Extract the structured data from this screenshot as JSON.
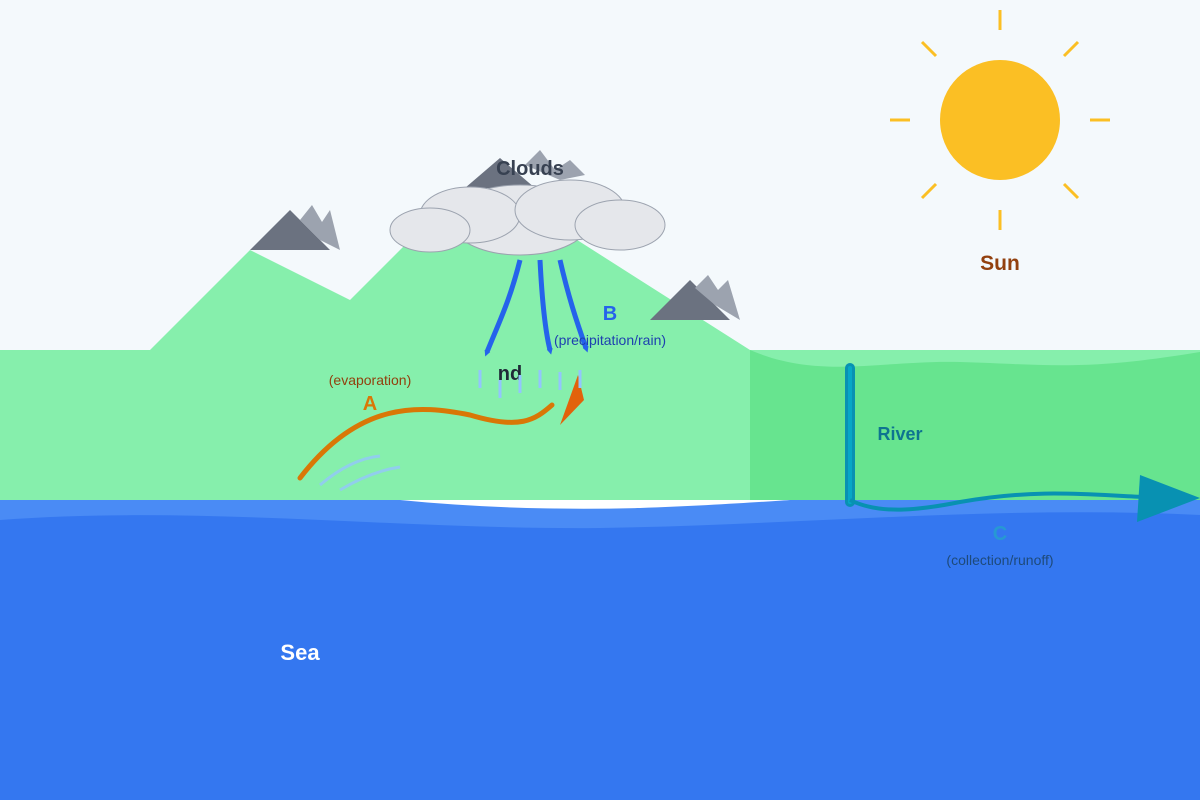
{
  "labels": {
    "sun": "Sun",
    "clouds": "Clouds",
    "land_fragment": "nd",
    "sea": "Sea",
    "river": "River",
    "a_letter": "A",
    "a_caption": "(evaporation)",
    "b_letter": "B",
    "b_caption": "(precipitation/rain)",
    "c_letter": "C",
    "c_caption": "(collection/runoff)"
  },
  "colors": {
    "sky": "#f4f9fc",
    "land": "#86efac",
    "land_dark": "#67e48f",
    "sea": "#3477f0",
    "sea_light": "#4a8bf5",
    "sun": "#fbbf24",
    "sun_label": "#92400e",
    "mountain": "#6b7280",
    "mountain_light": "#9ca3af",
    "cloud": "#e5e7eb",
    "evaporation": "#d97706",
    "precipitation": "#2563eb",
    "river": "#0891b2",
    "text_dark": "#1f2937"
  }
}
